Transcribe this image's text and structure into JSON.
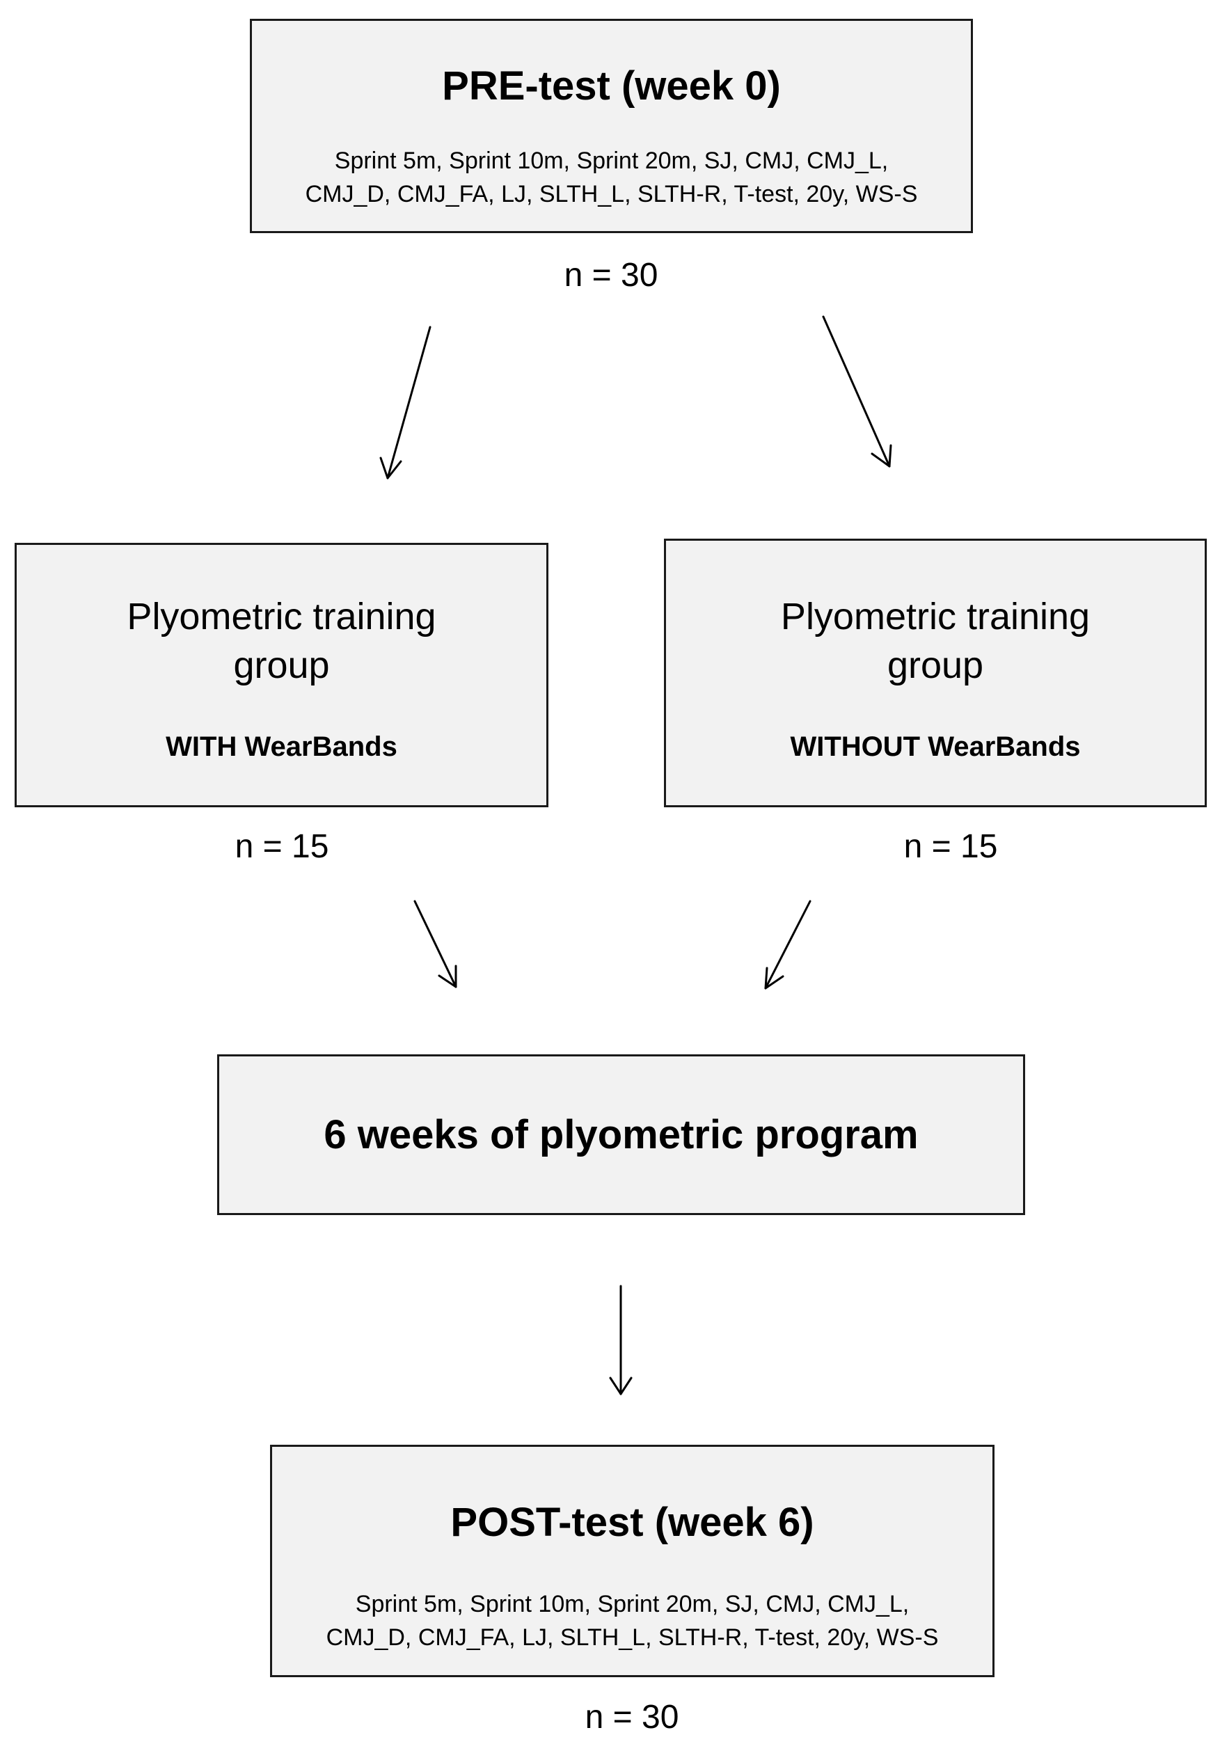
{
  "pre_test": {
    "title": "PRE-test (week 0)",
    "tests_line1": "Sprint 5m, Sprint 10m, Sprint 20m, SJ, CMJ, CMJ_L,",
    "tests_line2": "CMJ_D, CMJ_FA, LJ, SLTH_L, SLTH-R, T-test, 20y, WS-S",
    "n": "n = 30"
  },
  "group_with": {
    "title_line1": "Plyometric training",
    "title_line2": "group",
    "condition": "WITH WearBands",
    "n": "n = 15"
  },
  "group_without": {
    "title_line1": "Plyometric training",
    "title_line2": "group",
    "condition": "WITHOUT WearBands",
    "n": "n = 15"
  },
  "program": {
    "title": "6 weeks of plyometric program"
  },
  "post_test": {
    "title": "POST-test (week 6)",
    "tests_line1": "Sprint 5m, Sprint 10m, Sprint 20m, SJ, CMJ, CMJ_L,",
    "tests_line2": "CMJ_D, CMJ_FA, LJ, SLTH_L, SLTH-R, T-test, 20y, WS-S",
    "n": "n = 30"
  },
  "colors": {
    "box_fill": "#f2f2f2",
    "box_border": "#1a1a1a",
    "arrow": "#000000"
  }
}
